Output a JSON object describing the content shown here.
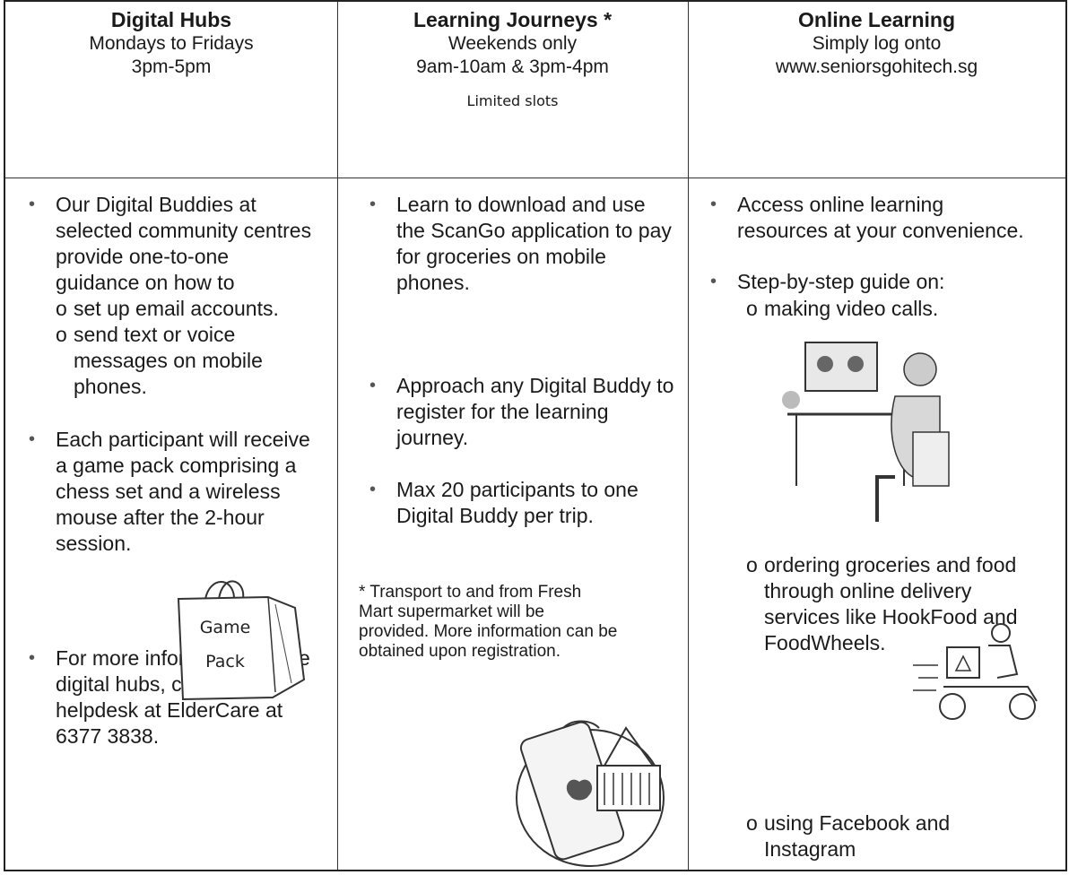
{
  "columns": [
    {
      "title": "Digital Hubs",
      "lines": [
        "Mondays to Fridays",
        "3pm-5pm"
      ],
      "bullets": [
        "Our Digital Buddies at selected community centres provide one-to-one guidance on how to",
        "Each participant will receive a game pack comprising a chess set and a wireless mouse after the 2-hour session.",
        "For more information on the digital hubs, call the helpdesk at ElderCare at 6377 3838."
      ],
      "subitems": [
        "set up email accounts.",
        "send text or voice messages on mobile phones."
      ],
      "game_pack_label": [
        "Game",
        "Pack"
      ]
    },
    {
      "title": "Learning Journeys *",
      "lines": [
        "Weekends only",
        "9am-10am & 3pm-4pm"
      ],
      "small_note": "Limited slots",
      "bullets": [
        "Learn to download and use the ScanGo application to pay for groceries on mobile phones.",
        "Approach any Digital Buddy to register for the learning journey.",
        "Max 20 participants to one Digital Buddy per trip."
      ],
      "footnote": "* Transport to and from Fresh Mart supermarket will be provided. More information can be obtained upon registration."
    },
    {
      "title": "Online Learning",
      "lines": [
        "Simply log onto",
        "www.seniorsgohitech.sg"
      ],
      "bullets": [
        "Access online learning resources at your convenience.",
        "Step-by-step guide on:"
      ],
      "subitems": [
        "making video calls.",
        "ordering groceries and food through online delivery services like HookFood and FoodWheels.",
        "using Facebook and Instagram"
      ]
    }
  ]
}
